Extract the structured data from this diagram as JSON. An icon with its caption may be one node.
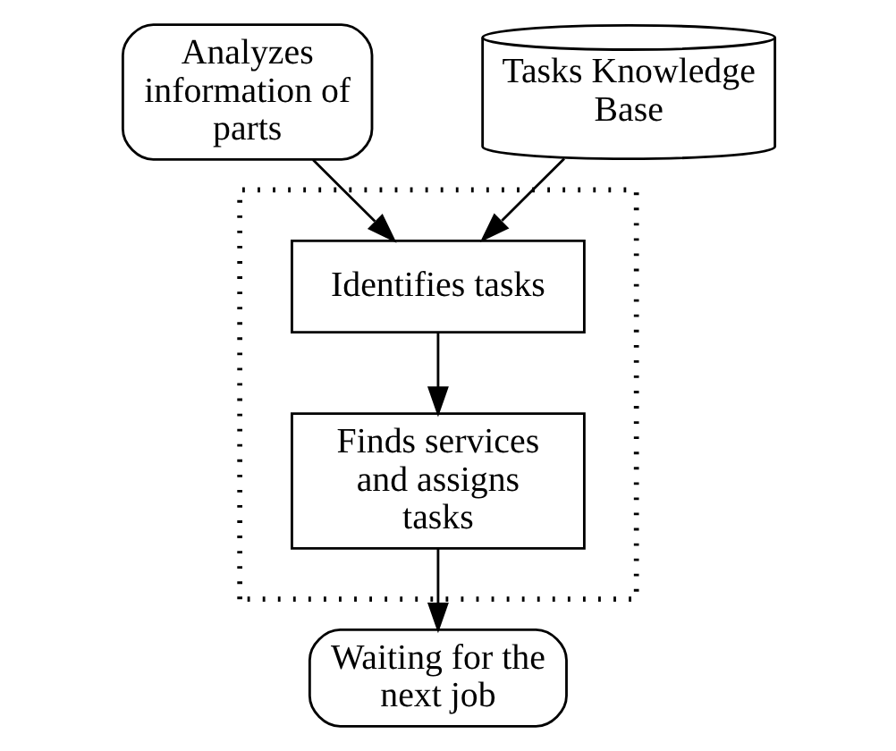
{
  "diagram": {
    "nodes": [
      {
        "text": [
          "Analyzes information of parts"
        ]
      },
      {
        "text": [
          "Tasks Knowledge Base"
        ]
      },
      {
        "text": [],
        "shape": "box"
      },
      {
        "text": [
          "Identifies tasks"
        ],
        "in": 2
      },
      {
        "text": [
          "Finds services and assigns tasks"
        ],
        "in": 2
      },
      {
        "text": [
          "Waiting for the next job"
        ]
      }
    ],
    "edges": [
      {
        "from": 0,
        "to": 3,
        "arrow": "to"
      },
      {
        "from": 1,
        "to": 3,
        "arrow": "to"
      },
      {
        "from": 3,
        "to": 4,
        "arrow": "to"
      },
      {
        "from": 4,
        "to": 5,
        "arrow": "to"
      }
    ]
  }
}
